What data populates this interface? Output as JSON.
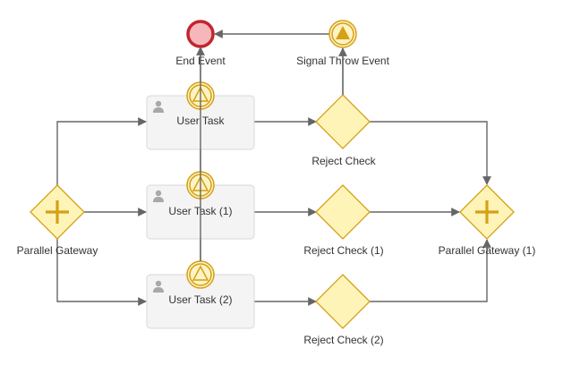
{
  "diagram": {
    "nodes": {
      "end_event": {
        "label": "End Event"
      },
      "signal_throw": {
        "label": "Signal Throw Event"
      },
      "user_task": {
        "label": "User Task"
      },
      "user_task_1": {
        "label": "User Task (1)"
      },
      "user_task_2": {
        "label": "User Task (2)"
      },
      "reject_check": {
        "label": "Reject Check"
      },
      "reject_check_1": {
        "label": "Reject Check (1)"
      },
      "reject_check_2": {
        "label": "Reject Check (2)"
      },
      "parallel_gateway": {
        "label": "Parallel Gateway"
      },
      "parallel_gateway_1": {
        "label": "Parallel Gateway (1)"
      }
    },
    "colors": {
      "event_stroke": "#d4a017",
      "event_fill": "#fdf3c4",
      "end_stroke": "#c0262f",
      "end_fill": "#f6b7ba",
      "gateway_stroke": "#d4a017",
      "gateway_fill": "#fff4b8",
      "task_fill": "#f4f4f4",
      "task_stroke": "#d8d8d8",
      "flow": "#666666"
    },
    "icons": {
      "task": "user-icon",
      "gateway": "plus-icon",
      "boundary_event": "signal-icon",
      "throw_event": "signal-filled-icon"
    }
  }
}
